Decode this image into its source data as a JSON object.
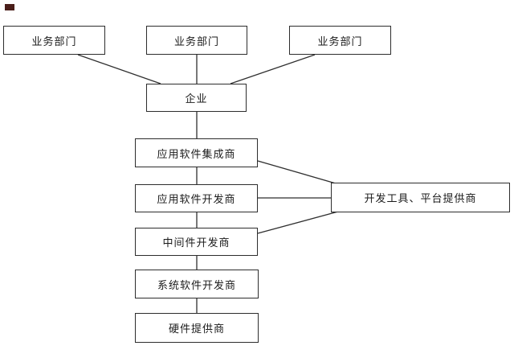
{
  "diagram": {
    "type": "flowchart",
    "background_color": "#ffffff",
    "box_border_color": "#2d2d2d",
    "line_color": "#2f2f2f",
    "text_color": "#1b1b1b",
    "corner_mark_color": "#4a1e1a",
    "nodes": [
      {
        "id": "business-dept-1",
        "label": "业务部门"
      },
      {
        "id": "business-dept-2",
        "label": "业务部门"
      },
      {
        "id": "business-dept-3",
        "label": "业务部门"
      },
      {
        "id": "enterprise",
        "label": "企业"
      },
      {
        "id": "app-software-integrator",
        "label": "应用软件集成商"
      },
      {
        "id": "app-software-developer",
        "label": "应用软件开发商"
      },
      {
        "id": "middleware-developer",
        "label": "中间件开发商"
      },
      {
        "id": "system-software-developer",
        "label": "系统软件开发商"
      },
      {
        "id": "hardware-provider",
        "label": "硬件提供商"
      },
      {
        "id": "dev-tools-platform-provider",
        "label": "开发工具、平台提供商"
      }
    ],
    "edges": [
      {
        "from": "business-dept-1",
        "to": "enterprise"
      },
      {
        "from": "business-dept-2",
        "to": "enterprise"
      },
      {
        "from": "business-dept-3",
        "to": "enterprise"
      },
      {
        "from": "enterprise",
        "to": "app-software-integrator"
      },
      {
        "from": "app-software-integrator",
        "to": "app-software-developer"
      },
      {
        "from": "app-software-developer",
        "to": "middleware-developer"
      },
      {
        "from": "middleware-developer",
        "to": "system-software-developer"
      },
      {
        "from": "system-software-developer",
        "to": "hardware-provider"
      },
      {
        "from": "app-software-integrator",
        "to": "dev-tools-platform-provider"
      },
      {
        "from": "app-software-developer",
        "to": "dev-tools-platform-provider"
      },
      {
        "from": "middleware-developer",
        "to": "dev-tools-platform-provider"
      }
    ]
  }
}
